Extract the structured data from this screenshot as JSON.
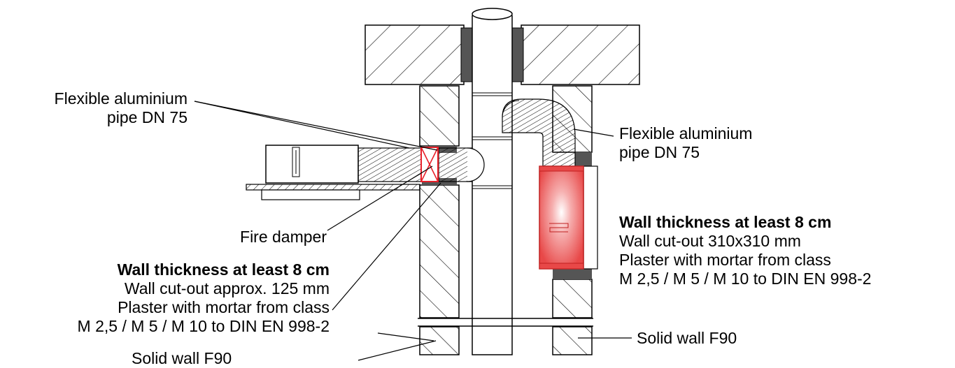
{
  "labels": {
    "left_pipe": {
      "line1": "Flexible aluminium",
      "line2": "pipe DN 75"
    },
    "right_pipe": {
      "line1": "Flexible aluminium",
      "line2": "pipe DN 75"
    },
    "fire_damper": "Fire damper",
    "left_wall": {
      "heading": "Wall thickness at least 8 cm",
      "line1": "Wall cut-out approx. 125 mm",
      "line2": "Plaster with mortar from class",
      "line3": "M 2,5 / M 5 / M 10 to DIN EN 998-2"
    },
    "right_wall": {
      "heading": "Wall thickness at least 8 cm",
      "line1": "Wall cut-out 310x310 mm",
      "line2": "Plaster with mortar from class",
      "line3": "M 2,5 / M 5 / M 10 to DIN EN 998-2"
    },
    "solid_wall_left": "Solid wall F90",
    "solid_wall_right": "Solid wall F90"
  },
  "colors": {
    "line": "#000000",
    "plaster": "#555555",
    "fire_damper": "#e8202a",
    "red_box": "#e84848"
  }
}
